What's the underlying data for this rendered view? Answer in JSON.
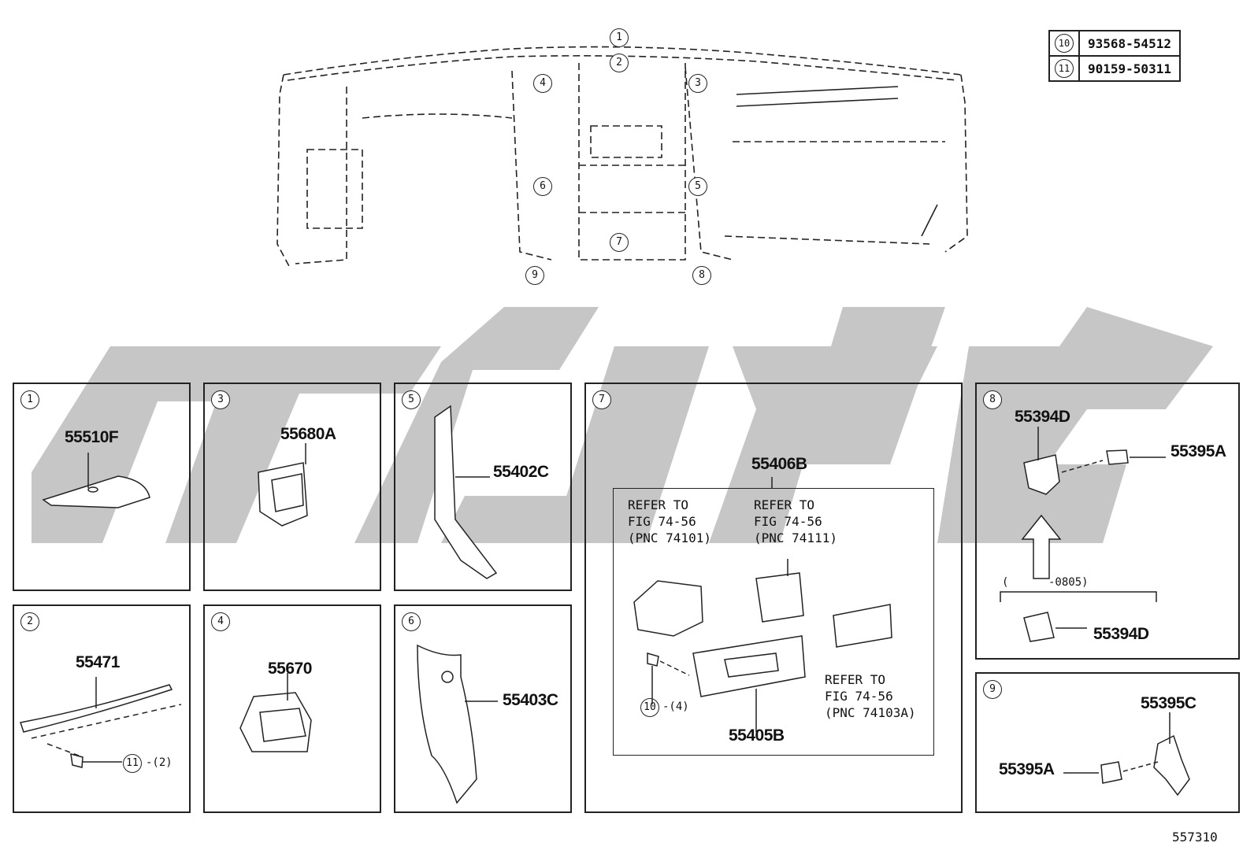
{
  "callouts": {
    "top": [
      "1",
      "2",
      "3",
      "4",
      "5",
      "6",
      "7",
      "8",
      "9"
    ]
  },
  "parts_table": [
    {
      "ref": "10",
      "part": "93568-54512"
    },
    {
      "ref": "11",
      "part": "90159-50311"
    }
  ],
  "panels": {
    "p1": {
      "num": "1",
      "part": "55510F"
    },
    "p2": {
      "num": "2",
      "part": "55471",
      "fastener_ref": "11",
      "fastener_qty": "-(2)"
    },
    "p3": {
      "num": "3",
      "part": "55680A"
    },
    "p4": {
      "num": "4",
      "part": "55670"
    },
    "p5": {
      "num": "5",
      "part": "55402C"
    },
    "p6": {
      "num": "6",
      "part": "55403C"
    },
    "p7": {
      "num": "7",
      "part_main": "55406B",
      "part_sub": "55405B",
      "ref1": "REFER TO\nFIG 74-56\n(PNC 74101)",
      "ref2": "REFER TO\nFIG 74-56\n(PNC 74111)",
      "ref3": "REFER TO\nFIG 74-56\n(PNC 74103A)",
      "fastener_ref": "10",
      "fastener_qty": "-(4)"
    },
    "p8": {
      "num": "8",
      "part_a": "55394D",
      "part_b": "55395A",
      "part_c": "55394D",
      "range": "(      -0805)"
    },
    "p9": {
      "num": "9",
      "part_a": "55395C",
      "part_b": "55395A"
    }
  },
  "figure_number": "557310",
  "watermark_color": "#c4c4c4"
}
